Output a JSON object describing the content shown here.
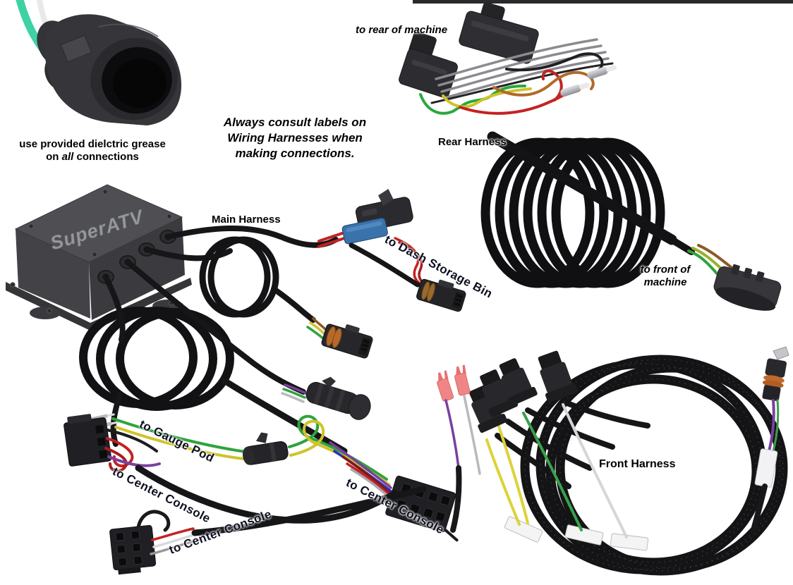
{
  "device": {
    "brand": "SuperATV"
  },
  "notes": {
    "dielectric": {
      "line1": "use provided dielctric grease",
      "line2_pre": "on ",
      "line2_em": "all",
      "line2_post": " connections"
    },
    "consult": {
      "line1": "Always consult labels on",
      "line2": "Wiring Harnesses when",
      "line3": "making connections."
    }
  },
  "labels": {
    "to_rear": "to rear of machine",
    "rear_harness": "Rear Harness",
    "to_front_line1": "to front of",
    "to_front_line2": "machine",
    "main_harness": "Main Harness",
    "to_dash": "to Dash Storage Bin",
    "to_gauge_pod": "to Gauge Pod",
    "to_center_console_1": "to Center Console",
    "to_center_console_2": "to Center Console",
    "to_center_console_3": "to Center Console",
    "front_harness": "Front Harness"
  },
  "colors": {
    "wire_green": "#2fa33c",
    "wire_yellow": "#cfc32a",
    "wire_red": "#c42222",
    "wire_dark_red": "#7e1a1a",
    "wire_orange": "#b06a28",
    "wire_purple": "#7a3fa0",
    "wire_blue": "#2d2dc9",
    "wire_teal": "#3ed1a4",
    "wire_gray": "#8b8b8f",
    "connector_blue": "#3a72ac",
    "seal_orange": "#c2692a",
    "harness_black": "#141416",
    "terminal_silver": "#c6c6ca",
    "spade_red": "#ef8585",
    "label_white": "#f4f4f4"
  }
}
